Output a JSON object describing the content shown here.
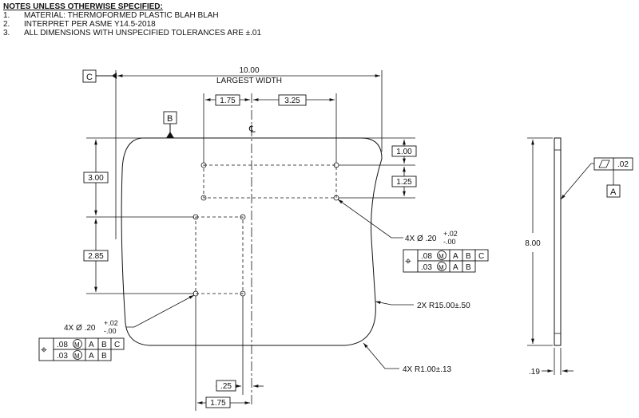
{
  "notes": {
    "title": "NOTES UNLESS OTHERWISE SPECIFIED:",
    "items": [
      {
        "num": "1.",
        "text": "MATERIAL: THERMOFORMED PLASTIC BLAH BLAH"
      },
      {
        "num": "2.",
        "text": "INTERPRET PER ASME Y14.5-2018"
      },
      {
        "num": "3.",
        "text": "ALL DIMENSIONS WITH UNSPECIFIED TOLERANCES ARE ±.01"
      }
    ]
  },
  "datums": {
    "a": "A",
    "b": "B",
    "c": "C"
  },
  "centerline_symbol": "℄",
  "dims": {
    "largest_width_value": "10.00",
    "largest_width_label": "LARGEST WIDTH",
    "top_left_hole_offset": "1.75",
    "top_right_hole_offset": "3.25",
    "top_holes_from_b": "3.00",
    "lower_holes_spacing": "2.85",
    "right_top_1": "1.00",
    "right_top_2": "1.25",
    "bottom_small": ".25",
    "bottom_offset": "1.75",
    "height": "8.00",
    "thickness": ".19"
  },
  "callouts": {
    "hole_right": {
      "qty": "4X",
      "dia_symbol": "Ø",
      "size": ".20",
      "tol_plus": "+.02",
      "tol_minus": "-.00"
    },
    "hole_left": {
      "qty": "4X",
      "dia_symbol": "Ø",
      "size": ".20",
      "tol_plus": "+.02",
      "tol_minus": "-.00"
    },
    "radius_large": "2X R15.00±.50",
    "radius_corner": "4X R1.00±.13"
  },
  "fcf": {
    "position_symbol": "⌖",
    "row1": {
      "tol": ".08",
      "mod": "M",
      "d1": "A",
      "d2": "B",
      "d3": "C"
    },
    "row2": {
      "tol": ".03",
      "mod": "M",
      "d1": "A",
      "d2": "B"
    }
  },
  "flatness": {
    "tol": ".02",
    "datum": "A"
  }
}
